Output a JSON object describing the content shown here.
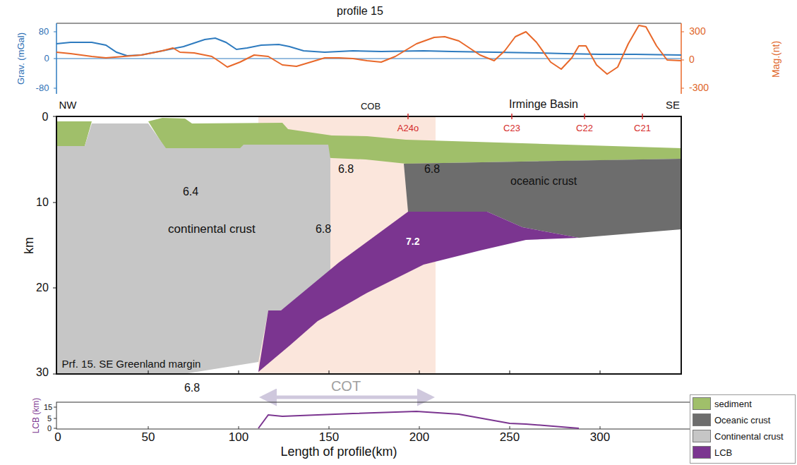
{
  "diagram": {
    "title": "profile 15",
    "nodes": [
      {
        "text": [
          "continental crust"
        ]
      },
      {
        "text": [
          "oceanic crust"
        ]
      },
      {
        "text": [
          "7.2"
        ]
      }
    ],
    "labels": [
      "Grav. (mGal)",
      "80",
      "0",
      "-80",
      "Mag.(nt)",
      "300",
      "0",
      "-300",
      "NW",
      "COB",
      "Irminge Basin",
      "SE",
      "A24o",
      "C23",
      "C22",
      "C21",
      "0",
      "10",
      "km",
      "20",
      "30",
      "6.4",
      "6.8",
      "6.8",
      "6.8",
      "6.8",
      "Prf. 15. SE Greenland margin",
      "COT",
      "LCB (km)",
      "15",
      "5",
      "0",
      "0",
      "50",
      "100",
      "150",
      "200",
      "250",
      "300",
      "Length of profile(km)"
    ],
    "legend": [
      {
        "text": "sediment",
        "color": "#a0bf6a"
      },
      {
        "text": "Oceanic crust",
        "color": "#6d6d6d"
      },
      {
        "text": "Continental crust",
        "color": "#c6c6c6"
      },
      {
        "text": "LCB",
        "color": "#7b3590"
      }
    ]
  }
}
